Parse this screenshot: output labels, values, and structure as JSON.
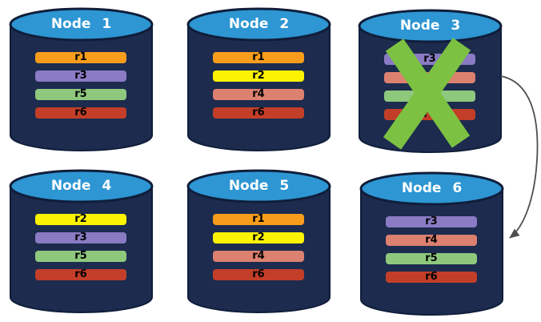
{
  "colors": {
    "background": "#FFFFFF",
    "cylinder_body": "#1C2B4E",
    "cylinder_border": "#101E3A",
    "cylinder_top": "#2D96D3",
    "title_text": "#FFFFFF",
    "bar_text": "#000000",
    "x_mark": "#7CC142",
    "arrow": "#4D4D4D"
  },
  "replica_colors": {
    "r1": "#F89D1B",
    "r2": "#FCF303",
    "r3": "#8A7BC4",
    "r4": "#DC8070",
    "r5": "#8EC87D",
    "r6": "#C33E28"
  },
  "nodes": [
    {
      "title": "Node 1",
      "crossed_out": false,
      "bars": [
        {
          "label": "r1",
          "color": "#F89D1B"
        },
        {
          "label": "r3",
          "color": "#8A7BC4"
        },
        {
          "label": "r5",
          "color": "#8EC87D"
        },
        {
          "label": "r6",
          "color": "#C33E28"
        }
      ]
    },
    {
      "title": "Node 2",
      "crossed_out": false,
      "bars": [
        {
          "label": "r1",
          "color": "#F89D1B"
        },
        {
          "label": "r2",
          "color": "#FCF303"
        },
        {
          "label": "r4",
          "color": "#DC8070"
        },
        {
          "label": "r6",
          "color": "#C33E28"
        }
      ]
    },
    {
      "title": "Node 3",
      "crossed_out": true,
      "bars": [
        {
          "label": "r3",
          "color": "#8A7BC4"
        },
        {
          "label": "r4",
          "color": "#DC8070"
        },
        {
          "label": "r5",
          "color": "#8EC87D"
        },
        {
          "label": "r6",
          "color": "#C33E28"
        }
      ]
    },
    {
      "title": "Node 4",
      "crossed_out": false,
      "bars": [
        {
          "label": "r2",
          "color": "#FCF303"
        },
        {
          "label": "r3",
          "color": "#8A7BC4"
        },
        {
          "label": "r5",
          "color": "#8EC87D"
        },
        {
          "label": "r6",
          "color": "#C33E28"
        }
      ]
    },
    {
      "title": "Node 5",
      "crossed_out": false,
      "bars": [
        {
          "label": "r1",
          "color": "#F89D1B"
        },
        {
          "label": "r2",
          "color": "#FCF303"
        },
        {
          "label": "r4",
          "color": "#DC8070"
        },
        {
          "label": "r6",
          "color": "#C33E28"
        }
      ]
    },
    {
      "title": "Node 6",
      "crossed_out": false,
      "bars": [
        {
          "label": "r3",
          "color": "#8A7BC4"
        },
        {
          "label": "r4",
          "color": "#DC8070"
        },
        {
          "label": "r5",
          "color": "#8EC87D"
        },
        {
          "label": "r6",
          "color": "#C33E28"
        }
      ]
    }
  ],
  "arrow": {
    "from": "Node 3",
    "to": "Node 6"
  }
}
